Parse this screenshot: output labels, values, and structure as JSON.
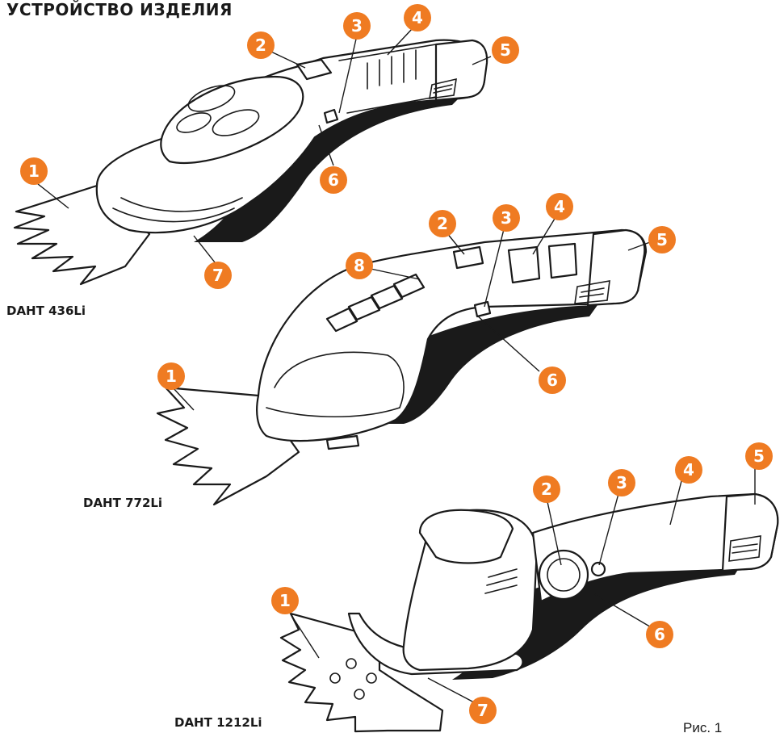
{
  "title": "УСТРОЙСТВО ИЗДЕЛИЯ",
  "figure_caption": "Рис. 1",
  "accent_color": "#ef7b22",
  "models": [
    {
      "name": "DAHT 436Li",
      "callouts": [
        "1",
        "2",
        "3",
        "4",
        "5",
        "6",
        "7"
      ]
    },
    {
      "name": "DAHT 772Li",
      "callouts": [
        "1",
        "2",
        "3",
        "4",
        "5",
        "6",
        "8"
      ]
    },
    {
      "name": "DAHT 1212Li",
      "callouts": [
        "1",
        "2",
        "3",
        "4",
        "5",
        "6",
        "7"
      ]
    }
  ]
}
